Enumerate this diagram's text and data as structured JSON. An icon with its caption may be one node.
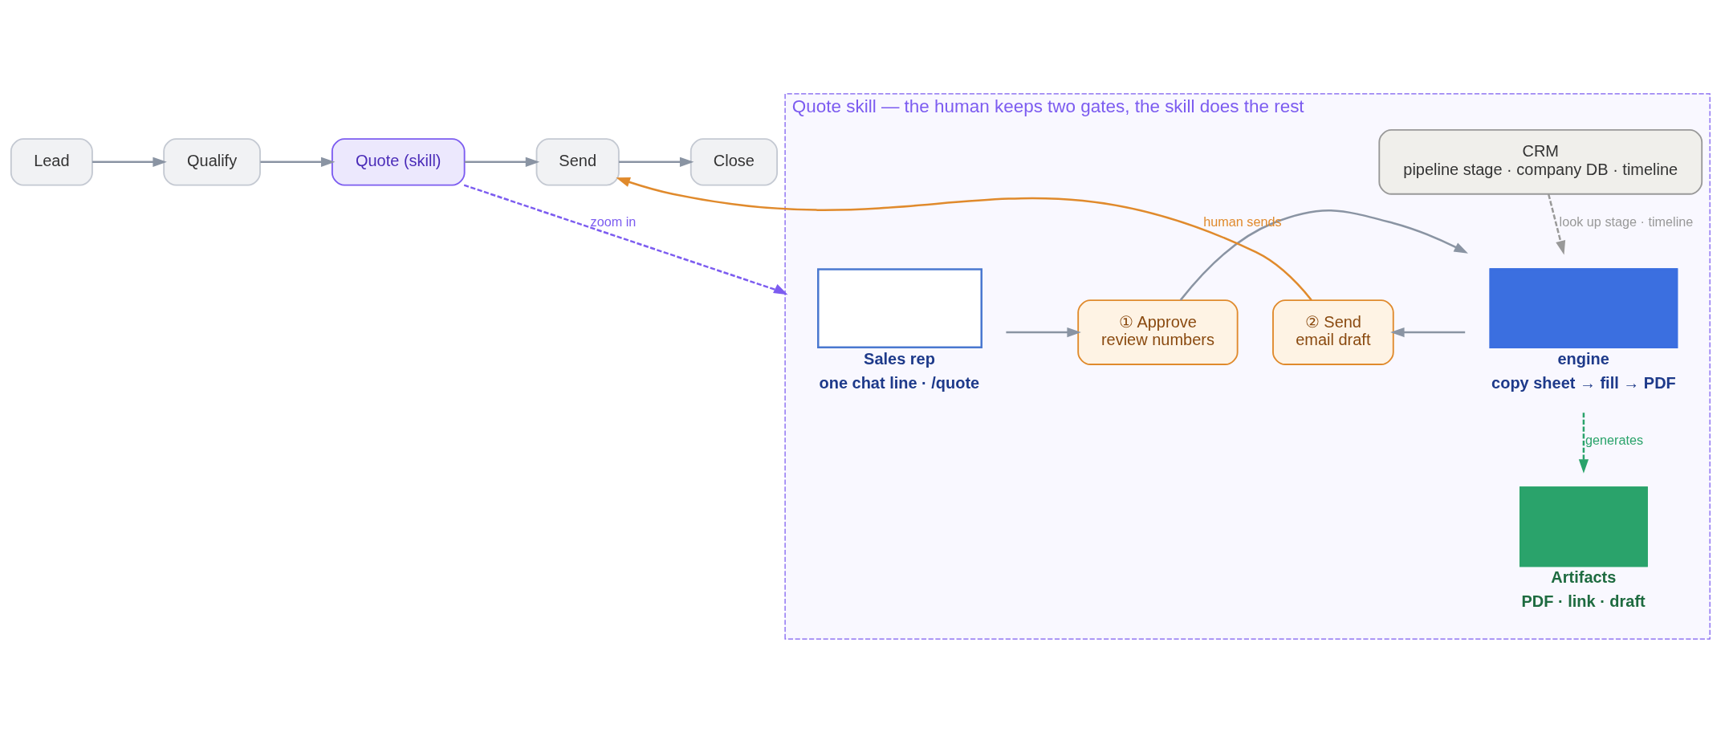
{
  "diagram": {
    "nodes": [
      {
        "text": [
          "Lead"
        ]
      },
      {
        "text": [
          "Qualify"
        ]
      },
      {
        "text": [
          "Quote (skill)"
        ]
      },
      {
        "text": [
          "Send"
        ]
      },
      {
        "text": [
          "Close"
        ]
      },
      {
        "text": [
          "Quote skill — the human keeps two gates, the skill does the rest"
        ]
      },
      {
        "text": [
          "Sales rep",
          "one chat line · /quote"
        ],
        "in": 5
      },
      {
        "text": [
          "① Approve",
          "review numbers"
        ],
        "in": 5
      },
      {
        "text": [
          "engine",
          "copy sheet → fill → PDF"
        ],
        "in": 5
      },
      {
        "text": [
          "② Send",
          "email draft"
        ],
        "in": 5
      },
      {
        "text": [
          "CRM",
          "pipeline stage · company DB · timeline"
        ],
        "in": 5
      },
      {
        "text": [
          "Artifacts",
          "PDF · link · draft"
        ],
        "in": 5
      }
    ],
    "edges": [
      {
        "from": 0,
        "to": 1,
        "arrow": "to"
      },
      {
        "from": 1,
        "to": 2,
        "arrow": "to"
      },
      {
        "from": 2,
        "to": 3,
        "arrow": "to"
      },
      {
        "from": 3,
        "to": 4,
        "arrow": "to"
      },
      {
        "from": 2,
        "to": 5,
        "arrow": "to",
        "label": "zoom in",
        "style": "dashed",
        "color": "#7c5cf0"
      },
      {
        "from": 6,
        "to": 7,
        "arrow": "to"
      },
      {
        "from": 7,
        "to": 8,
        "arrow": "to"
      },
      {
        "from": 8,
        "to": 9,
        "arrow": "to"
      },
      {
        "from": 10,
        "to": 8,
        "arrow": "to",
        "label": "look up stage · timeline",
        "style": "dashed",
        "color": "#999999"
      },
      {
        "from": 9,
        "to": 3,
        "arrow": "to",
        "label": "human sends",
        "color": "#e08a2c"
      },
      {
        "from": 8,
        "to": 11,
        "arrow": "to",
        "label": "generates",
        "style": "dashed",
        "color": "#2aa36b"
      }
    ]
  }
}
